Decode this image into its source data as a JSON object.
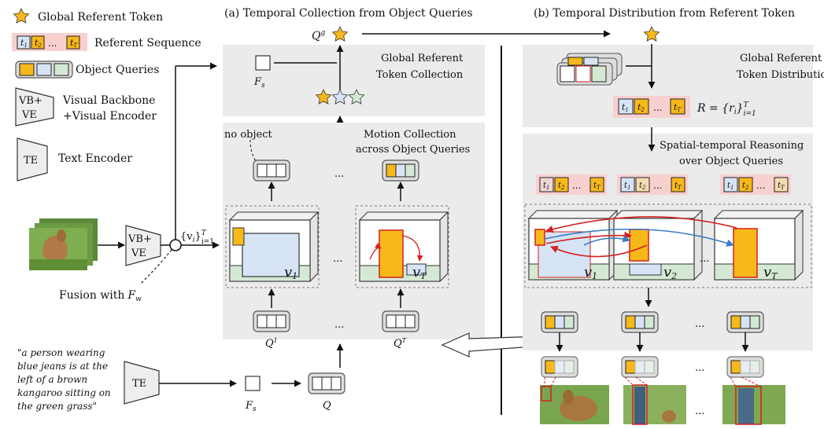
{
  "legend": {
    "global_token": "Global Referent Token",
    "referent_sequence": "Referent Sequence",
    "object_queries": "Object Queries",
    "vb_ve_box": [
      "VB+",
      "VE"
    ],
    "vb_ve_label": [
      "Visual Backbone",
      "+Visual Encoder"
    ],
    "te_box": "TE",
    "te_label": "Text Encoder"
  },
  "tokens": {
    "t1": "t",
    "t1_sub": "1",
    "t2": "t",
    "t2_sub": "2",
    "dots": "...",
    "tT": "t",
    "tT_sub": "T"
  },
  "left_col": {
    "vb_ve": [
      "VB+",
      "VE"
    ],
    "vi_label": "{v",
    "vi_sub": "i",
    "vi_close": "}",
    "vi_sup": "T",
    "vi_sub2": "i=1",
    "fusion": "Fusion with",
    "fusion_sym": "F",
    "fusion_sub": "w",
    "te": "TE",
    "caption": [
      "\"a person wearing",
      "blue jeans is at the",
      "left of a brown",
      "kangaroo sitting on",
      "the green grass\""
    ]
  },
  "panel_a": {
    "title": "(a) Temporal Collection from Object Queries",
    "qg": "Q",
    "qg_sup": "g",
    "fs": "F",
    "fs_sub": "s",
    "global_collection": [
      "Global Referent",
      "Token Collection"
    ],
    "no_object": "no object",
    "motion_collection": [
      "Motion Collection",
      "across Object Queries"
    ],
    "v1": "v",
    "v1_sub": "1",
    "vT": "v",
    "vT_sub": "T",
    "q1": "Q",
    "q1_sup": "1",
    "qT": "Q",
    "qT_sup": "T",
    "q": "Q",
    "dots": "..."
  },
  "panel_b": {
    "title": "(b) Temporal Distribution from Referent Token",
    "global_distribution": [
      "Global Referent",
      "Token Distribution"
    ],
    "r_formula": "R = {r",
    "r_sub": "i",
    "r_close": "}",
    "r_sup": "T",
    "r_sub2": "i=1",
    "spatial_temporal": [
      "Spatial-temporal Reasoning",
      "over Object Queries"
    ],
    "v1": "v",
    "v1_sub": "1",
    "v2": "v",
    "v2_sub": "2",
    "vT": "v",
    "vT_sub": "T",
    "dots": "..."
  },
  "colors": {
    "orange": "#f7b81a",
    "light_blue": "#d6e4f5",
    "light_green": "#d4e9d4",
    "pink": "#f8d0d0",
    "gray_panel": "#ebebeb",
    "red": "#d42020",
    "blue_arrow": "#3a7cc4"
  }
}
